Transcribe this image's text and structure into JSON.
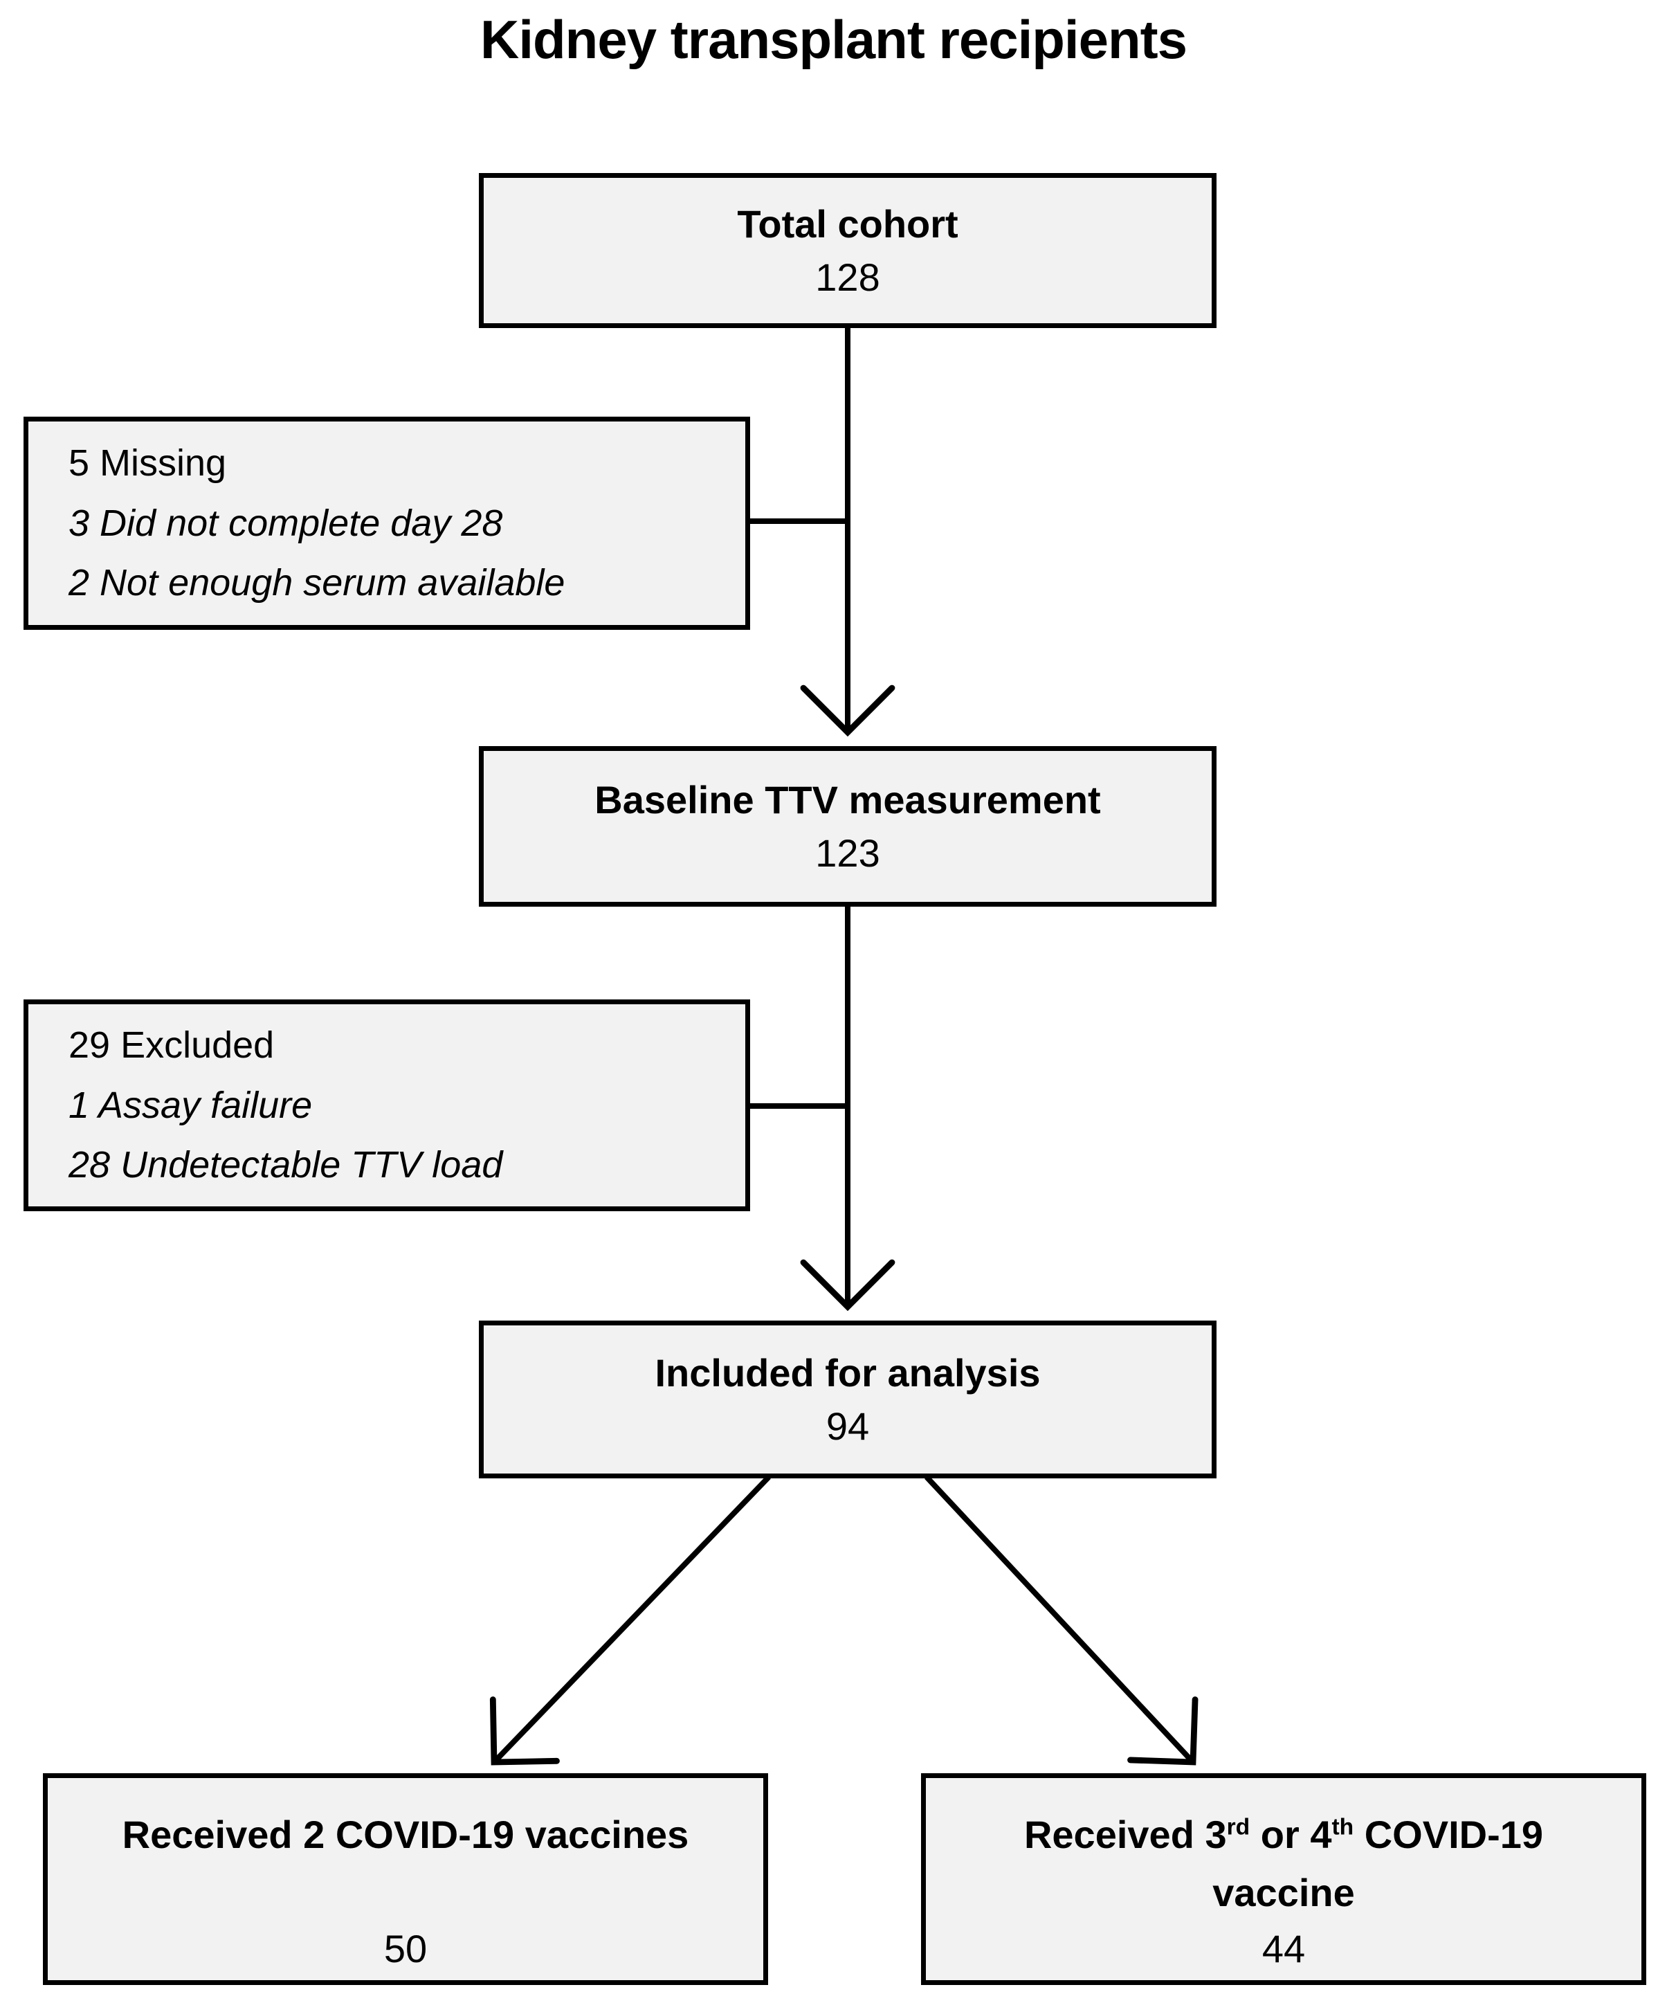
{
  "title": "Kidney transplant recipients",
  "colors": {
    "box_fill": "#f2f2f2",
    "ink": "#000000"
  },
  "boxes": {
    "total_cohort": {
      "title": "Total cohort",
      "count": "128"
    },
    "missing": {
      "line1": "5 Missing",
      "line2": "3 Did not complete day 28",
      "line3": "2 Not enough serum available"
    },
    "baseline_ttv": {
      "title": "Baseline TTV measurement",
      "count": "123"
    },
    "excluded": {
      "line1": "29 Excluded",
      "line2": "1 Assay failure",
      "line3": "28 Undetectable TTV load"
    },
    "included": {
      "title": "Included for analysis",
      "count": "94"
    },
    "two_vaccines": {
      "title": "Received 2 COVID-19 vaccines",
      "count": "50"
    },
    "three_four_vaccines": {
      "title_parts": {
        "p1": "Received 3",
        "sup1": "rd",
        "p2": " or 4",
        "sup2": "th",
        "p3": " COVID-19 vaccine"
      },
      "count": "44"
    }
  }
}
